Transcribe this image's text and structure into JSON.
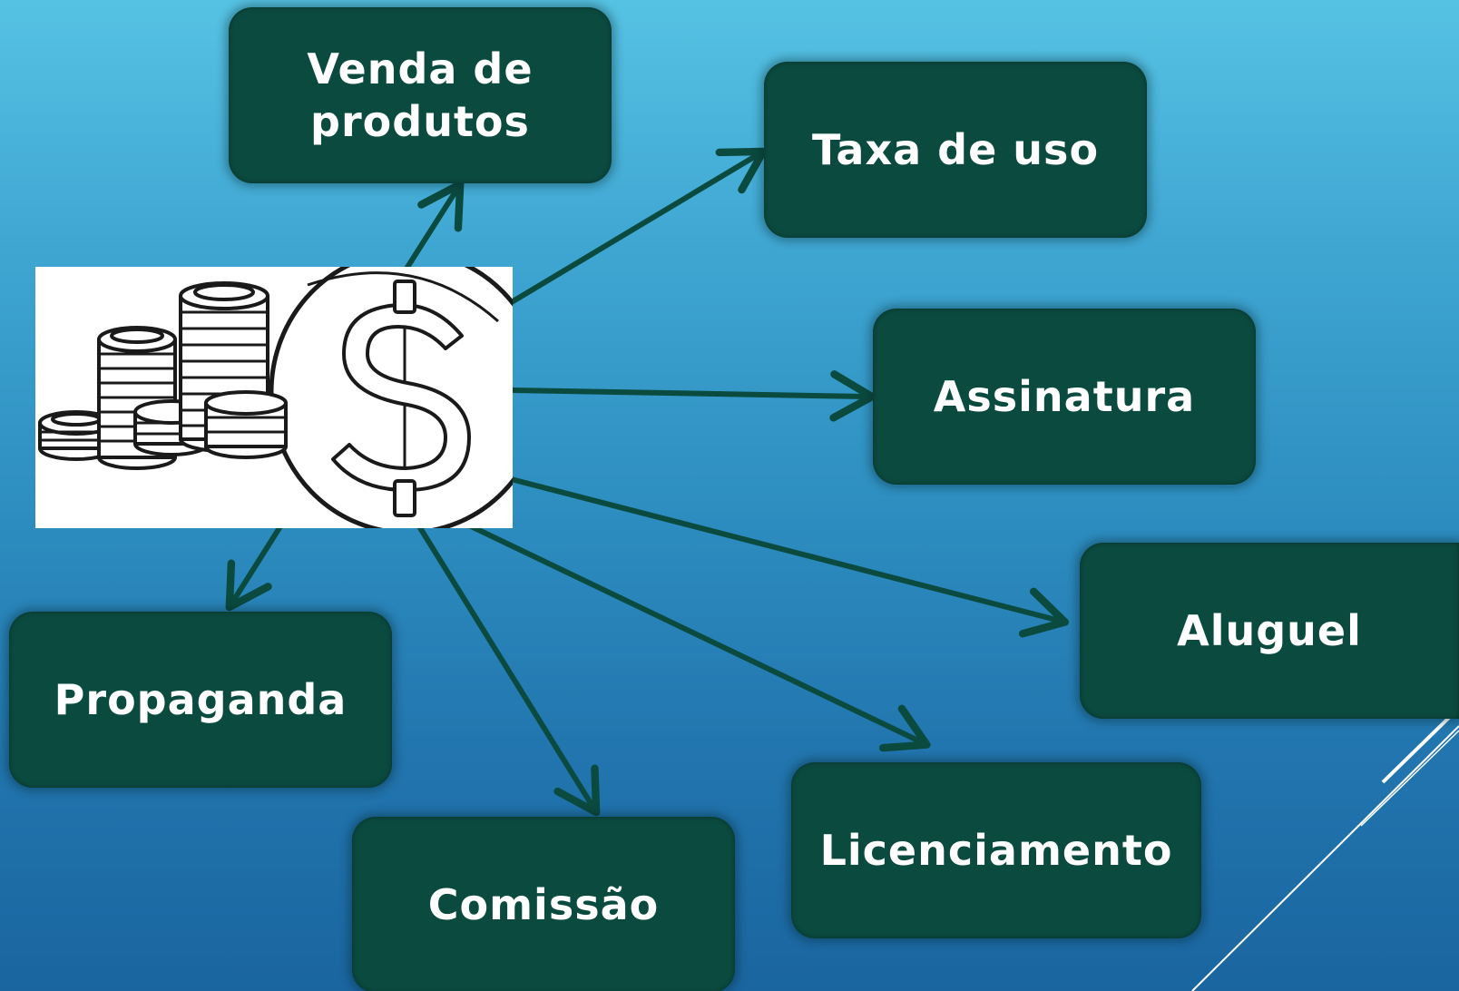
{
  "diagram": {
    "center_icon": "money-coins-dollar-icon",
    "colors": {
      "box_fill": "#0b4a3f",
      "box_text": "#ffffff",
      "arrow": "#0b4a3f",
      "background_top": "#56c2e3",
      "background_bottom": "#1a65a0"
    },
    "nodes": [
      {
        "id": "venda",
        "label_line1": "Venda de",
        "label_line2": "produtos"
      },
      {
        "id": "taxa",
        "label": "Taxa de uso"
      },
      {
        "id": "assinatura",
        "label": "Assinatura"
      },
      {
        "id": "aluguel",
        "label": "Aluguel"
      },
      {
        "id": "propaganda",
        "label": "Propaganda"
      },
      {
        "id": "comissao",
        "label": "Comissão"
      },
      {
        "id": "licenciamento",
        "label": "Licenciamento"
      }
    ]
  }
}
